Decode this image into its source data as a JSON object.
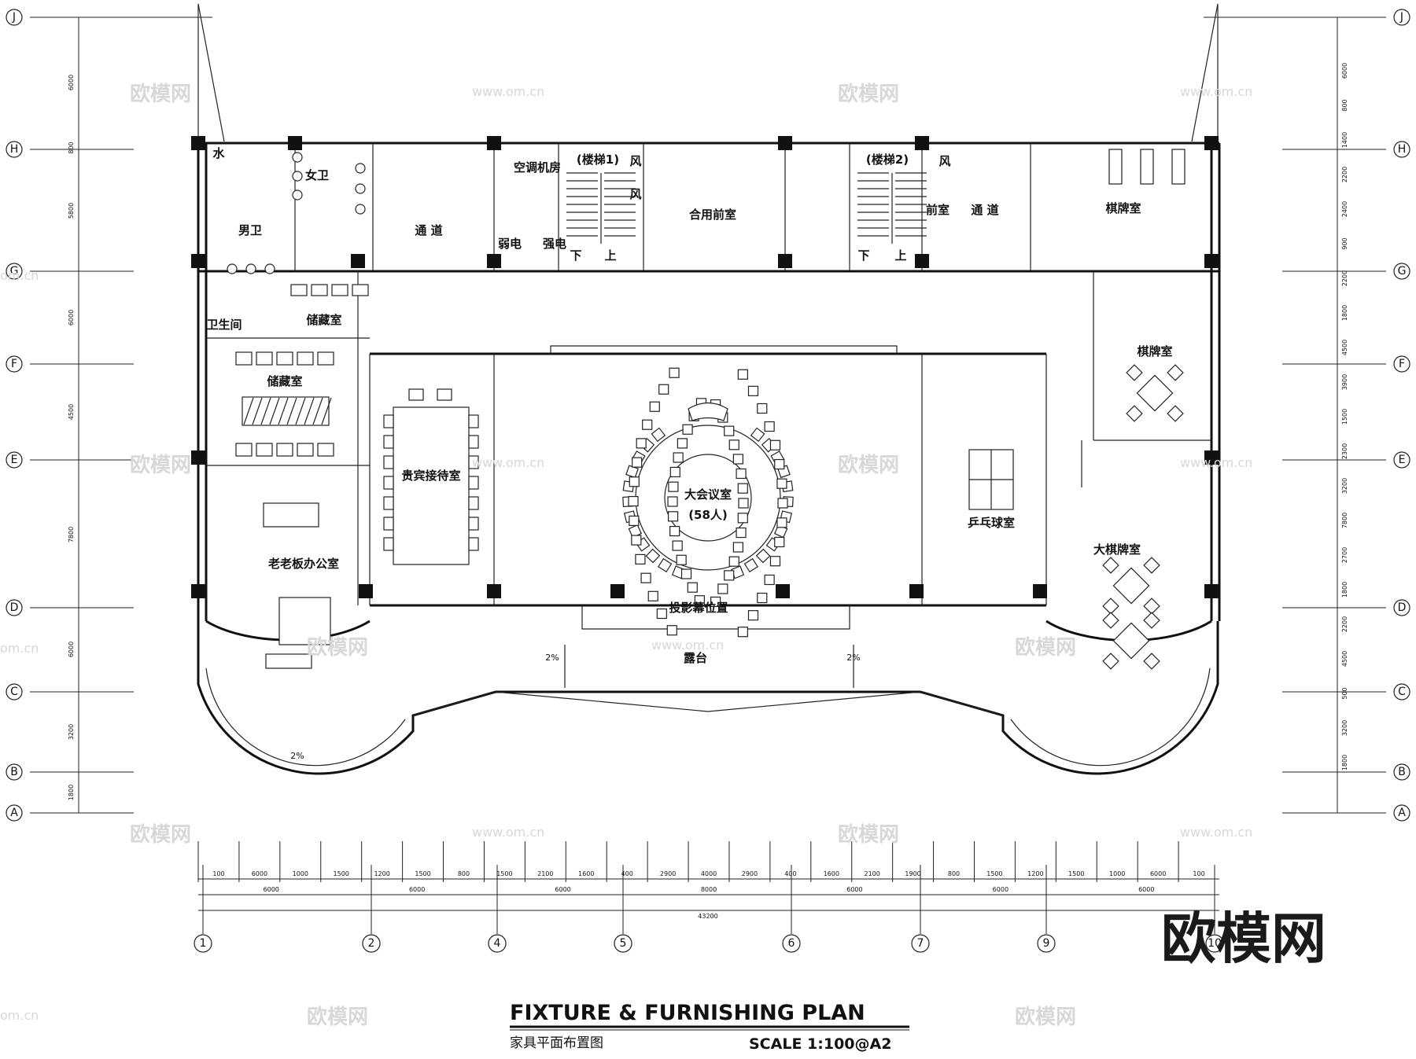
{
  "title": {
    "main": "FIXTURE & FURNISHING PLAN",
    "sub": "家具平面布置图",
    "scale": "SCALE  1:100@A2"
  },
  "watermark": {
    "brand": "欧模网",
    "url": "www.om.cn",
    "partial": "om.cn"
  },
  "axes": {
    "rows": [
      "J",
      "H",
      "G",
      "F",
      "E",
      "D",
      "C",
      "B",
      "A"
    ],
    "cols": [
      "1",
      "2",
      "4",
      "5",
      "6",
      "7",
      "9",
      "10"
    ]
  },
  "rooms": {
    "water": "水",
    "female_wc": "女卫",
    "male_wc": "男卫",
    "corridor_left": "通 道",
    "ac_room": "空调机房",
    "stair1": "(楼梯1)",
    "wind1a": "风",
    "wind1b": "风",
    "weak_elec": "弱电",
    "strong_elec": "强电",
    "down1": "下",
    "up1": "上",
    "shared_front": "合用前室",
    "stair2": "(楼梯2)",
    "wind2": "风",
    "down2": "下",
    "up2": "上",
    "front_room": "前室",
    "corridor_right": "通 道",
    "chess_top": "棋牌室",
    "restroom": "卫生间",
    "storage1": "储藏室",
    "storage2": "储藏室",
    "vip_reception": "贵宾接待室",
    "conference": "大会议室",
    "conference_cap": "(58人)",
    "pingpong": "乒乓球室",
    "chess_mid": "棋牌室",
    "big_chess": "大棋牌室",
    "boss_office": "老老板办公室",
    "projector": "投影幕位置",
    "terrace": "露台",
    "slope1": "2%",
    "slope2": "2%",
    "slope3": "2%"
  },
  "dimensions": {
    "top_row": [
      "100",
      "6000",
      "1000",
      "1500",
      "1200",
      "1500",
      "800",
      "1500",
      "2100",
      "1600",
      "400",
      "2900",
      "4000",
      "2900",
      "400",
      "1600",
      "2100",
      "1900",
      "800",
      "1500",
      "1200",
      "1500",
      "1000",
      "6000",
      "100"
    ],
    "mid_row": [
      "6000",
      "6000",
      "6000",
      "8000",
      "6000",
      "6000",
      "6000"
    ],
    "total": "43200",
    "left_col": [
      "6000",
      "800",
      "5800",
      "6000",
      "4500",
      "7800",
      "6000",
      "3200",
      "1800"
    ],
    "right_col": [
      "6000",
      "800",
      "1400",
      "2200",
      "2400",
      "900",
      "2200",
      "1800",
      "4500",
      "3900",
      "1500",
      "2300",
      "3200",
      "7800",
      "2700",
      "1800",
      "2200",
      "4500",
      "500",
      "3200",
      "1800"
    ]
  }
}
